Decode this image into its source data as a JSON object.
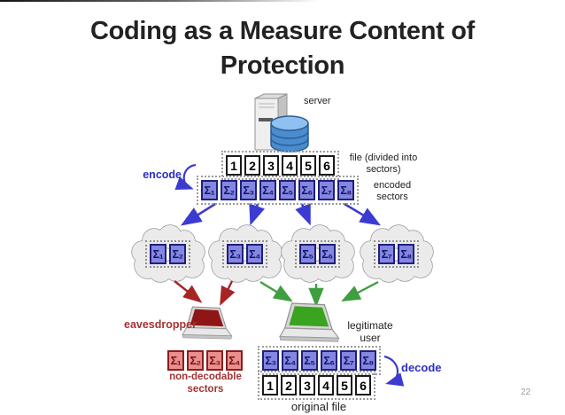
{
  "slide": {
    "title_line1": "Coding as a Measure Content of",
    "title_line2": "Protection",
    "page_number": "22"
  },
  "diagram": {
    "server_label": "server",
    "file_label": "file (divided into sectors)",
    "encode_label": "encode",
    "encoded_label": "encoded sectors",
    "eavesdropper_label": "eavesdropper",
    "legitimate_label": "legitimate user",
    "non_decodable_label": "non-decodable sectors",
    "original_file_label": "original file",
    "decode_label": "decode",
    "file_sectors": [
      "1",
      "2",
      "3",
      "4",
      "5",
      "6"
    ],
    "encoded_sectors": [
      "Σ₁",
      "Σ₂",
      "Σ₃",
      "Σ₄",
      "Σ₅",
      "Σ₆",
      "Σ₇",
      "Σ₈"
    ],
    "clouds": [
      [
        "Σ₁",
        "Σ₂"
      ],
      [
        "Σ₃",
        "Σ₄"
      ],
      [
        "Σ₅",
        "Σ₆"
      ],
      [
        "Σ₇",
        "Σ₈"
      ]
    ],
    "eavesdropper_sectors": [
      "Σ₁",
      "Σ₂",
      "Σ₃",
      "Σ₄"
    ],
    "received_sectors": [
      "Σ₃",
      "Σ₄",
      "Σ₅",
      "Σ₆",
      "Σ₇",
      "Σ₈"
    ],
    "decoded_file": [
      "1",
      "2",
      "3",
      "4",
      "5",
      "6"
    ],
    "colors": {
      "encoded_fill": "#8487e2",
      "encoded_border": "#20207a",
      "non_decodable_fill": "#ea8f8e",
      "non_decodable_border": "#8c1d1d",
      "arrow_blue": "#3b3bd1",
      "arrow_green": "#3f9e3f",
      "arrow_red": "#a82424",
      "label_blue": "#2e2ec4",
      "label_red": "#a33333",
      "cloud_fill": "#ebebeb",
      "server_db_blue": "#4a8ccd",
      "eavesdropper_screen": "#8e1616",
      "legitimate_screen": "#3aa31f"
    }
  }
}
